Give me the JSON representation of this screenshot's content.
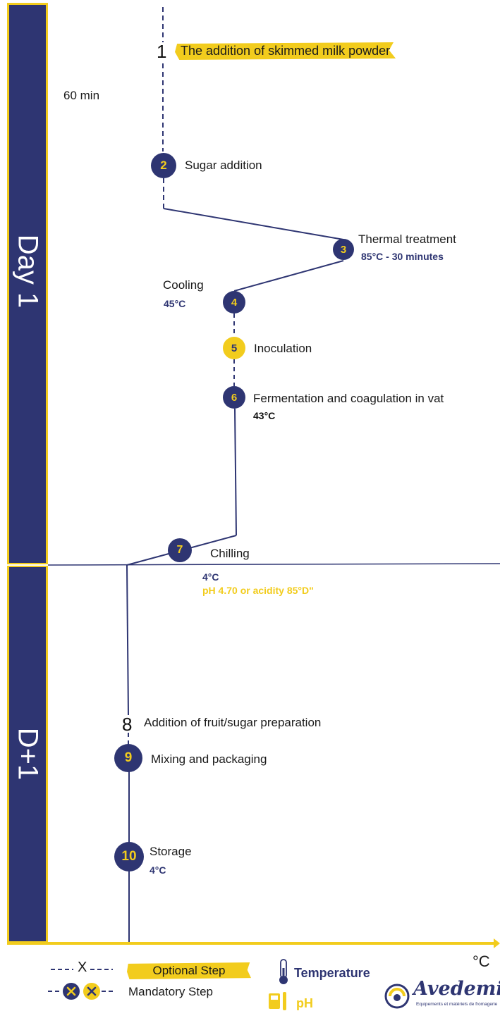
{
  "colors": {
    "navy": "#2e3572",
    "yellow": "#f2cc1d"
  },
  "phases": {
    "day1": "Day 1",
    "day2": "D+1"
  },
  "duration_label": "60 min",
  "steps": [
    {
      "number": "1",
      "label": "The addition of skimmed milk powder"
    },
    {
      "number": "2",
      "label": "Sugar addition"
    },
    {
      "number": "3",
      "label": "Thermal treatment",
      "detail": "85°C - 30 minutes"
    },
    {
      "number": "4",
      "label": "Cooling",
      "detail": "45°C"
    },
    {
      "number": "5",
      "label": "Inoculation"
    },
    {
      "number": "6",
      "label": "Fermentation and coagulation in vat",
      "detail": "43°C"
    },
    {
      "number": "7",
      "label": "Chilling",
      "detail": "4°C",
      "detail2": "pH 4.70 or acidity 85°D\""
    },
    {
      "number": "8",
      "label": "Addition of fruit/sugar preparation"
    },
    {
      "number": "9",
      "label": "Mixing and packaging"
    },
    {
      "number": "10",
      "label": "Storage",
      "detail": "4°C"
    }
  ],
  "axis_unit": "°C",
  "legend": {
    "optional_symbol": "X",
    "optional_label": "Optional Step",
    "mandatory_label": "Mandatory Step",
    "temperature_label": "Temperature",
    "temperature_icon": "thermometer-icon",
    "ph_label": "pH",
    "ph_icon": "ph-meter-icon"
  },
  "brand": {
    "name": "Avedemil",
    "tagline": "Equipements et matériels de fromagerie"
  }
}
